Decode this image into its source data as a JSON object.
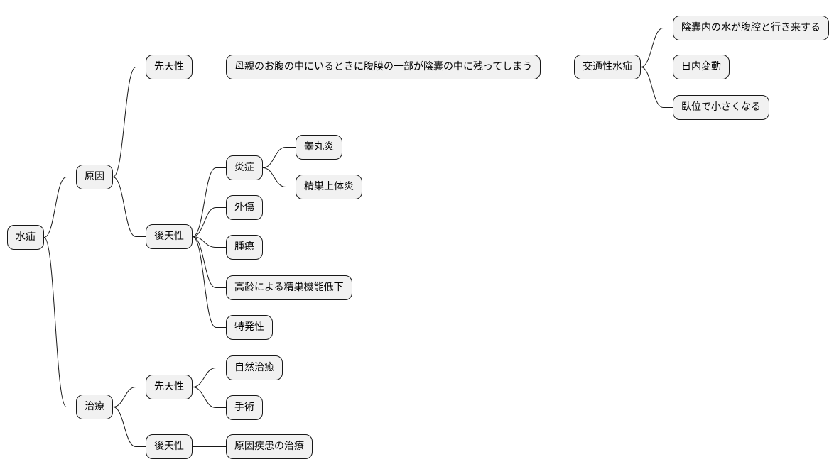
{
  "mindmap": {
    "root": {
      "label": "水疝"
    },
    "cause": {
      "label": "原因",
      "congenital": {
        "label": "先天性",
        "mechanism": "母親のお腹の中にいるときに腹膜の一部が陰嚢の中に残ってしまう",
        "type": {
          "label": "交通性水疝",
          "features": [
            "陰嚢内の水が腹腔と行き来する",
            "日内変動",
            "臥位で小さくなる"
          ]
        }
      },
      "acquired": {
        "label": "後天性",
        "inflammation": {
          "label": "炎症",
          "items": [
            "睾丸炎",
            "精巣上体炎"
          ]
        },
        "others": [
          "外傷",
          "腫瘍",
          "高齢による精巣機能低下",
          "特発性"
        ]
      }
    },
    "treatment": {
      "label": "治療",
      "congenital": {
        "label": "先天性",
        "items": [
          "自然治癒",
          "手術"
        ]
      },
      "acquired": {
        "label": "後天性",
        "items": [
          "原因疾患の治療"
        ]
      }
    }
  }
}
